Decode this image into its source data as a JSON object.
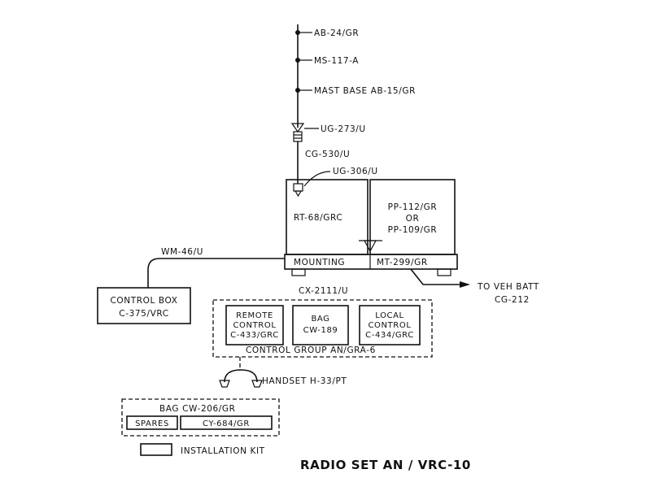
{
  "title": "RADIO SET AN / VRC-10",
  "antenna": {
    "ab24": "AB-24/GR",
    "ms117": "MS-117-A",
    "mast_base": "MAST BASE AB-15/GR",
    "ug273": "UG-273/U",
    "cg530": "CG-530/U",
    "ug306": "UG-306/U"
  },
  "rt68": "RT-68/GRC",
  "power": {
    "line1": "PP-112/GR",
    "line2": "OR",
    "line3": "PP-109/GR"
  },
  "mounting": {
    "left": "MOUNTING",
    "right": "MT-299/GR"
  },
  "cable_wm46": "WM-46/U",
  "cable_cx2111": "CX-2111/U",
  "battery": {
    "line1": "TO VEH BATT",
    "line2": "CG-212"
  },
  "control_box": {
    "line1": "CONTROL BOX",
    "line2": "C-375/VRC"
  },
  "remote_control": {
    "line1": "REMOTE",
    "line2": "CONTROL",
    "line3": "C-433/GRC"
  },
  "bag_cw189": {
    "line1": "BAG",
    "line2": "CW-189"
  },
  "local_control": {
    "line1": "LOCAL",
    "line2": "CONTROL",
    "line3": "C-434/GRC"
  },
  "control_group": "CONTROL GROUP AN/GRA-6",
  "handset": "HANDSET H-33/PT",
  "bag_cw206": "BAG CW-206/GR",
  "spares": "SPARES",
  "cy684": "CY-684/GR",
  "installation_kit": "INSTALLATION KIT"
}
